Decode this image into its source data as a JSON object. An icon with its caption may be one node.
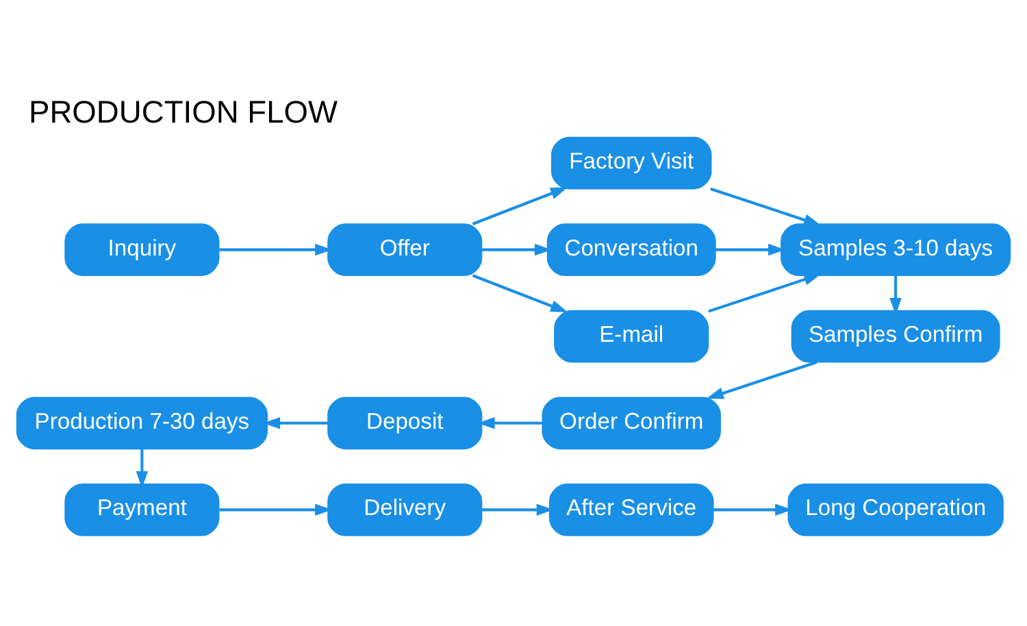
{
  "diagram": {
    "title": "PRODUCTION FLOW",
    "nodes": [
      {
        "text": [
          "Inquiry"
        ]
      },
      {
        "text": [
          "Offer"
        ]
      },
      {
        "text": [
          "Factory Visit"
        ]
      },
      {
        "text": [
          "Conversation"
        ]
      },
      {
        "text": [
          "E-mail"
        ]
      },
      {
        "text": [
          "Samples 3-10 days"
        ]
      },
      {
        "text": [
          "Samples Confirm"
        ]
      },
      {
        "text": [
          "Order Confirm"
        ]
      },
      {
        "text": [
          "Deposit"
        ]
      },
      {
        "text": [
          "Production 7-30 days"
        ]
      },
      {
        "text": [
          "Payment"
        ]
      },
      {
        "text": [
          "Delivery"
        ]
      },
      {
        "text": [
          "After Service"
        ]
      },
      {
        "text": [
          "Long Cooperation"
        ]
      }
    ],
    "edges": [
      {
        "from": 0,
        "to": 1,
        "arrow": "to"
      },
      {
        "from": 1,
        "to": 2,
        "arrow": "to"
      },
      {
        "from": 1,
        "to": 3,
        "arrow": "to"
      },
      {
        "from": 1,
        "to": 4,
        "arrow": "to"
      },
      {
        "from": 2,
        "to": 5,
        "arrow": "to"
      },
      {
        "from": 3,
        "to": 5,
        "arrow": "to"
      },
      {
        "from": 4,
        "to": 5,
        "arrow": "to"
      },
      {
        "from": 5,
        "to": 6,
        "arrow": "to"
      },
      {
        "from": 6,
        "to": 7,
        "arrow": "to"
      },
      {
        "from": 7,
        "to": 8,
        "arrow": "to"
      },
      {
        "from": 8,
        "to": 9,
        "arrow": "to"
      },
      {
        "from": 9,
        "to": 10,
        "arrow": "to"
      },
      {
        "from": 10,
        "to": 11,
        "arrow": "to"
      },
      {
        "from": 11,
        "to": 12,
        "arrow": "to"
      },
      {
        "from": 12,
        "to": 13,
        "arrow": "to"
      }
    ]
  }
}
